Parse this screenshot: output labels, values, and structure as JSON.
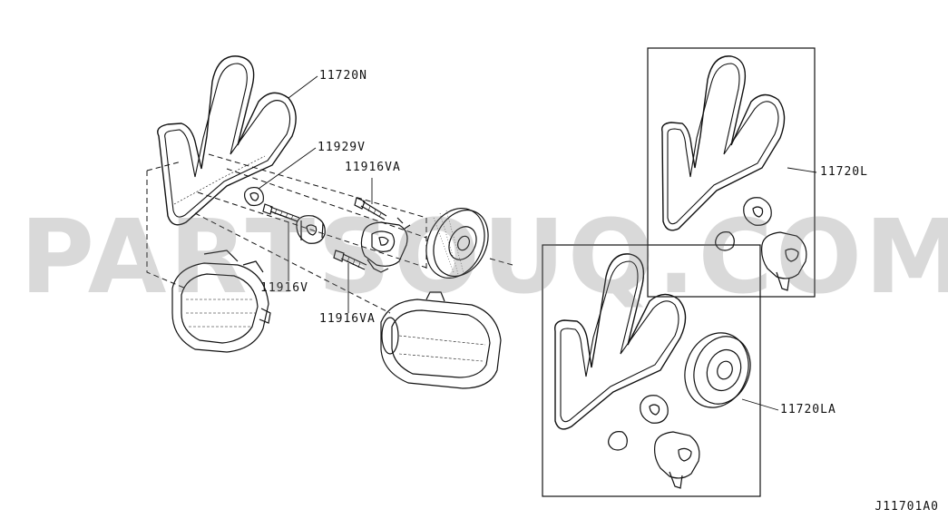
{
  "diagram": {
    "callouts": {
      "belt_main": "11720N",
      "spacer": "11929V",
      "bolt_upper": "11916VA",
      "bolt_idler": "11916V",
      "bolt_lower": "11916VA",
      "kit_l": "11720L",
      "kit_la": "11720LA"
    },
    "watermark": "PARTSOUQ.COM",
    "drawing_code": "J11701A0"
  },
  "colors": {
    "line": "#111111",
    "watermark": "#8a8a8a"
  }
}
